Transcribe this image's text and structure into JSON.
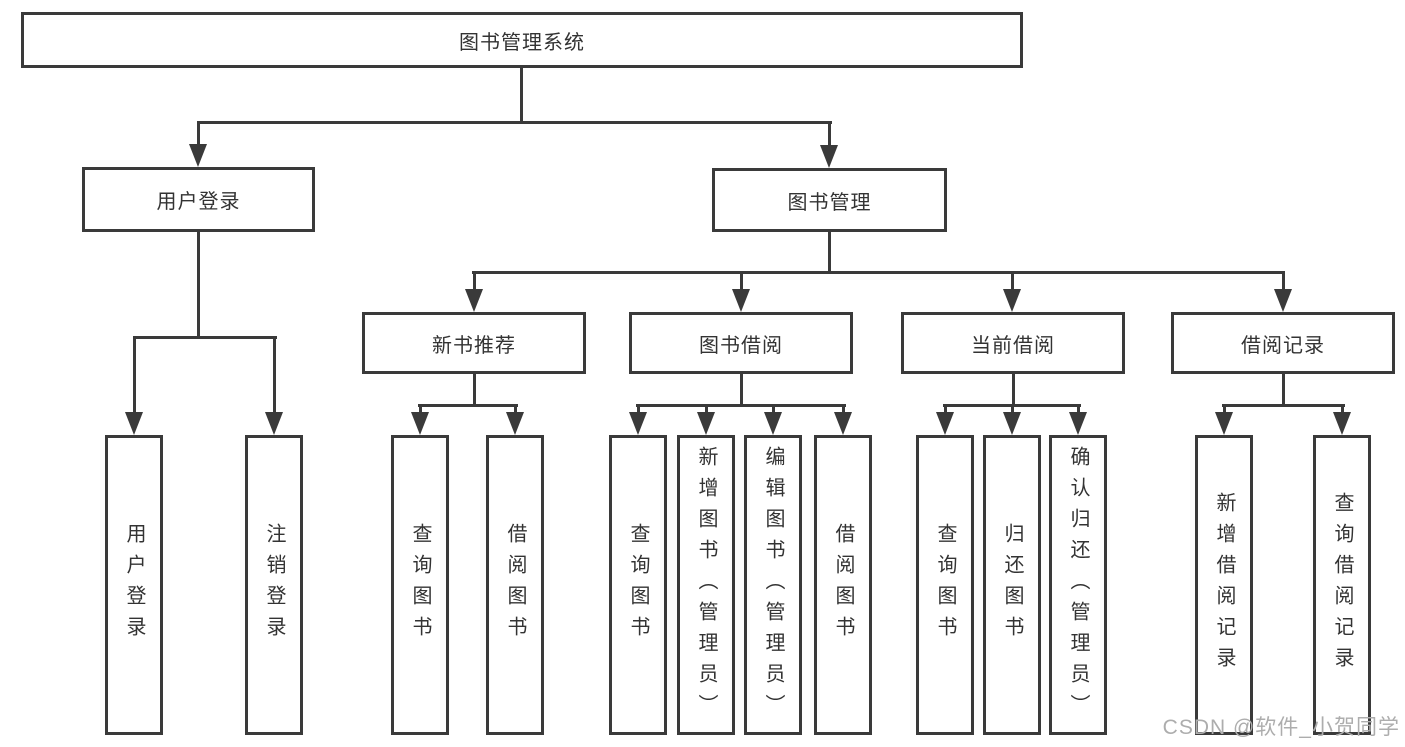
{
  "tree": {
    "root": "图书管理系统",
    "login": {
      "label": "用户登录",
      "children": [
        "用户登录",
        "注销登录"
      ]
    },
    "mgmt": {
      "label": "图书管理",
      "groups": [
        {
          "label": "新书推荐",
          "children": [
            "查询图书",
            "借阅图书"
          ]
        },
        {
          "label": "图书借阅",
          "children": [
            "查询图书",
            "新增图书（管理员）",
            "编辑图书（管理员）",
            "借阅图书"
          ]
        },
        {
          "label": "当前借阅",
          "children": [
            "查询图书",
            "归还图书",
            "确认归还（管理员）"
          ]
        },
        {
          "label": "借阅记录",
          "children": [
            "新增借阅记录",
            "查询借阅记录"
          ]
        }
      ]
    }
  },
  "watermark": "CSDN @软件_小贺同学",
  "colors": {
    "stroke": "#3a3a3a",
    "text": "#333333",
    "watermark": "#adadad"
  }
}
